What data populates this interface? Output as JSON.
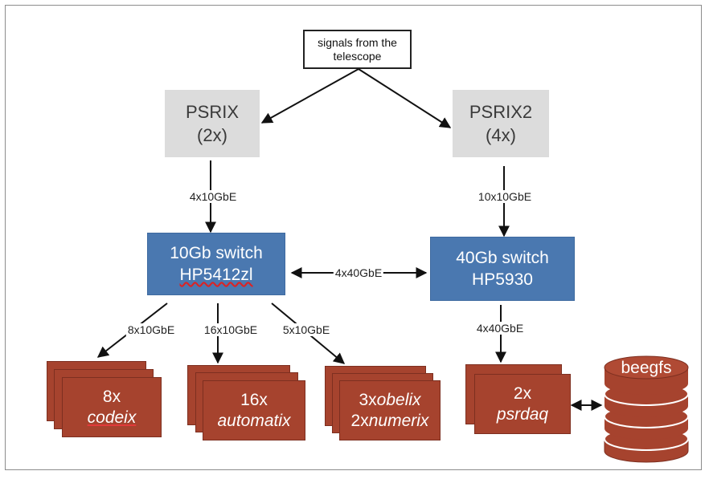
{
  "source": {
    "line1": "signals from the",
    "line2": "telescope"
  },
  "psrix": {
    "name": "PSRIX",
    "count": "(2x)"
  },
  "psrix2": {
    "name": "PSRIX2",
    "count": "(4x)"
  },
  "links": {
    "psrix_to_10gb": "4x10GbE",
    "psrix2_to_40gb": "10x10GbE",
    "switch_interconnect": "4x40GbE",
    "to_codeix": "8x10GbE",
    "to_automatix": "16x10GbE",
    "to_obelix": "5x10GbE",
    "to_psrdaq": "4x40GbE"
  },
  "switch10": {
    "line1": "10Gb switch",
    "line2": "HP5412zl"
  },
  "switch40": {
    "line1": "40Gb switch",
    "line2": "HP5930"
  },
  "nodes": {
    "codeix": {
      "count": "8x",
      "name": "codeix"
    },
    "automatix": {
      "count": "16x",
      "name": "automatix"
    },
    "obelix": {
      "count": "3x",
      "name": "obelix",
      "count2": "2x",
      "name2": "numerix"
    },
    "psrdaq": {
      "count": "2x",
      "name": "psrdaq"
    }
  },
  "storage": {
    "name": "beegfs"
  },
  "colors": {
    "switch": "#4a78b0",
    "server": "#a6432e",
    "psrix": "#dcdcdc"
  }
}
